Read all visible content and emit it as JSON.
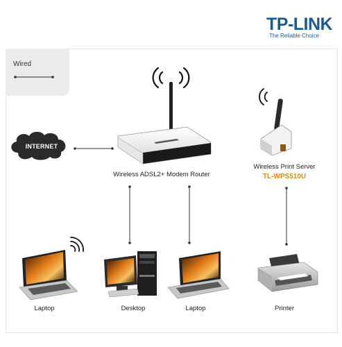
{
  "brand": {
    "logo_text": "TP-LINK",
    "tagline": "The Reliable Choice",
    "color": "#1a5a96"
  },
  "legend": {
    "label": "Wired"
  },
  "internet": {
    "label": "INTERNET"
  },
  "router": {
    "label": "Wireless ADSL2+ Modem Router"
  },
  "print_server": {
    "label": "Wireless Print Server",
    "model": "TL-WPS510U",
    "model_color": "#d98a16"
  },
  "devices": {
    "laptop_1": "Laptop",
    "desktop": "Desktop",
    "laptop_2": "Laptop",
    "printer": "Printer"
  }
}
